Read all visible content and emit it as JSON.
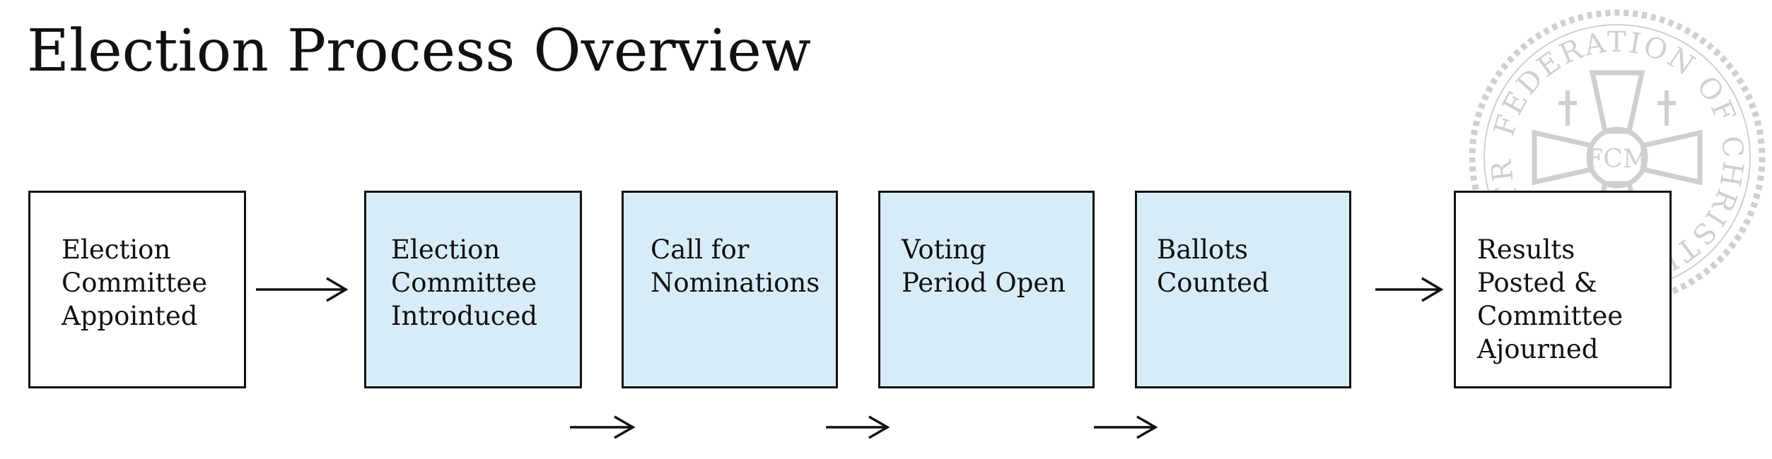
{
  "title": "Election Process Overview",
  "seal": {
    "ring_text": "FEDERATION OF CHRISTIAN MINISTRIES",
    "monogram": "FCM",
    "color": "#cfcfcf"
  },
  "steps": [
    {
      "label": "Election\nCommittee\nAppointed",
      "highlighted": false
    },
    {
      "label": "Election\nCommittee\nIntroduced",
      "highlighted": true
    },
    {
      "label": "Call for\nNominations",
      "highlighted": true
    },
    {
      "label": "Voting\nPeriod Open",
      "highlighted": true
    },
    {
      "label": "Ballots\nCounted",
      "highlighted": true
    },
    {
      "label": "Results\nPosted &\nCommittee\nAjourned",
      "highlighted": false
    }
  ],
  "colors": {
    "highlight_fill": "#d8ecf8",
    "border": "#111111",
    "text": "#111111"
  }
}
